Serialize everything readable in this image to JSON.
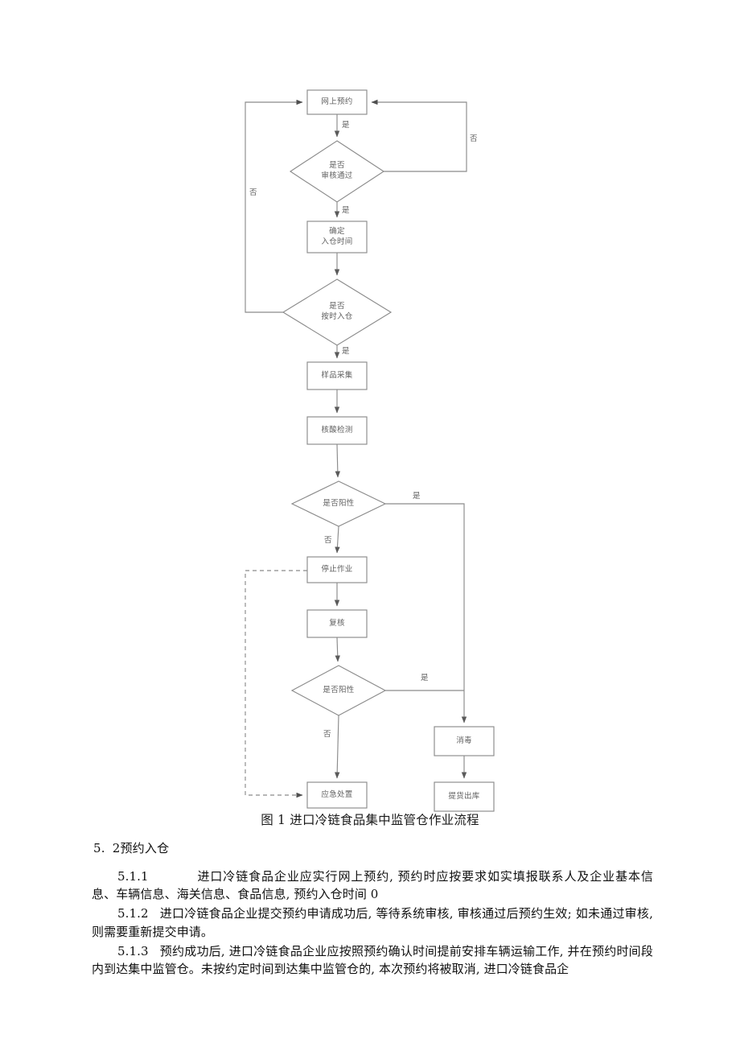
{
  "figure": {
    "caption": "图 1 进口冷链食品集中监管仓作业流程",
    "nodes": {
      "online_booking": "网上预约",
      "review_passed": "是否\n审核通过",
      "confirm_time_l1": "确定",
      "confirm_time_l2": "入仓时间",
      "on_time_l1": "是否",
      "on_time_l2": "按时入仓",
      "sample_collection": "样品采集",
      "nucleic_test": "核酸检测",
      "positive_1": "是否阳性",
      "stop_work": "停止作业",
      "recheck": "复核",
      "positive_2": "是否阳性",
      "emergency": "应急处置",
      "disinfect": "消毒",
      "outbound": "提货出库"
    },
    "edge_labels": {
      "yes_to_review": "是",
      "no_review_right": "否",
      "yes_confirm": "是",
      "no_ontime_left": "否",
      "yes_sample": "是",
      "yes_positive_1": "是",
      "no_positive_1": "否",
      "yes_positive_2": "是",
      "no_positive_2": "否"
    }
  },
  "section": {
    "heading_num": "5.",
    "heading_text": "2预约入仓",
    "paragraphs": [
      {
        "num": "5.1.1",
        "text": "进口冷链食品企业应实行网上预约, 预约时应按要求如实填报联系人及企业基本信息、车辆信息、海关信息、食品信息,  预约入仓时间 0"
      },
      {
        "num": "5.1.2",
        "text": "进口冷链食品企业提交预约申请成功后,  等待系统审核, 审核通过后预约生效; 如未通过审核,  则需要重新提交申请。"
      },
      {
        "num": "5.1.3",
        "text": "预约成功后, 进口冷链食品企业应按照预约确认时间提前安排车辆运输工作, 并在预约时间段内到达集中监管仓。未按约定时间到达集中监管仓的,  本次预约将被取消, 进口冷链食品企"
      }
    ]
  },
  "colors": {
    "line": "#8b8b8b",
    "node_text": "#5f5f5f",
    "page_bg": "#ffffff",
    "body_text": "#101010"
  }
}
